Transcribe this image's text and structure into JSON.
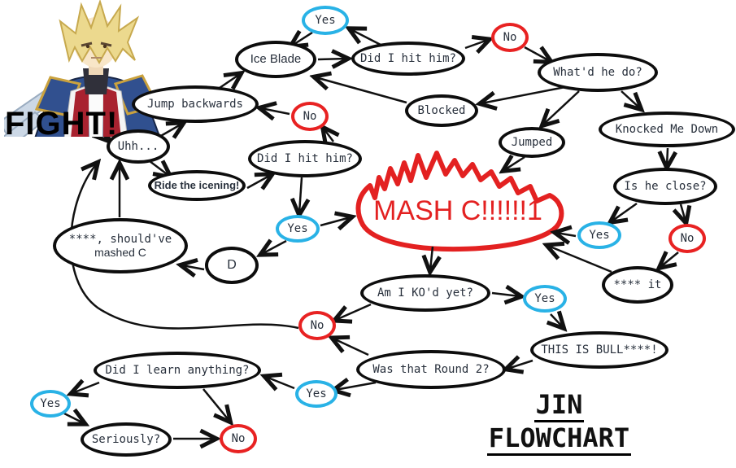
{
  "colors": {
    "yes": "#29b2e6",
    "no": "#e82222",
    "mash": "#e32121",
    "node_border": "#0d0d0d",
    "node_text": "#28303c"
  },
  "icons": {
    "portrait": "jin-portrait"
  },
  "labels": {
    "fight": "FIGHT!",
    "title_line1": "JIN",
    "title_line2": "FLOWCHART"
  },
  "nodes": [
    {
      "id": "yes-top",
      "label": "Yes",
      "kind": "yes"
    },
    {
      "id": "ice-blade",
      "label": "Ice Blade",
      "kind": "plain"
    },
    {
      "id": "did-i-hit-him-1",
      "label": "Did I hit him?",
      "kind": "plain"
    },
    {
      "id": "no-top",
      "label": "No",
      "kind": "no"
    },
    {
      "id": "whatd-he-do",
      "label": "What'd he do?",
      "kind": "plain"
    },
    {
      "id": "jump-backwards",
      "label": "Jump backwards",
      "kind": "plain"
    },
    {
      "id": "blocked",
      "label": "Blocked",
      "kind": "plain"
    },
    {
      "id": "no-mid",
      "label": "No",
      "kind": "no"
    },
    {
      "id": "jumped",
      "label": "Jumped",
      "kind": "plain"
    },
    {
      "id": "knocked-me-down",
      "label": "Knocked Me Down",
      "kind": "plain"
    },
    {
      "id": "uhh",
      "label": "Uhh...",
      "kind": "plain"
    },
    {
      "id": "did-i-hit-him-2",
      "label": "Did I hit him?",
      "kind": "plain"
    },
    {
      "id": "is-he-close",
      "label": "Is he close?",
      "kind": "plain"
    },
    {
      "id": "ride-the-icening",
      "label": "Ride the icening!",
      "kind": "plain"
    },
    {
      "id": "yes-right",
      "label": "Yes",
      "kind": "yes"
    },
    {
      "id": "no-right",
      "label": "No",
      "kind": "no"
    },
    {
      "id": "yes-mid",
      "label": "Yes",
      "kind": "yes"
    },
    {
      "id": "should-have-mashed",
      "label": "****, should've",
      "label2": "mashed C",
      "kind": "plain"
    },
    {
      "id": "d",
      "label": "D",
      "kind": "plain"
    },
    {
      "id": "fk-it",
      "label": "**** it",
      "kind": "plain"
    },
    {
      "id": "am-i-kod",
      "label": "Am I KO'd yet?",
      "kind": "plain"
    },
    {
      "id": "yes-ko",
      "label": "Yes",
      "kind": "yes"
    },
    {
      "id": "no-ko",
      "label": "No",
      "kind": "no"
    },
    {
      "id": "this-is-bull",
      "label": "THIS IS BULL****!",
      "kind": "plain"
    },
    {
      "id": "did-i-learn",
      "label": "Did I learn anything?",
      "kind": "plain"
    },
    {
      "id": "was-that-round-2",
      "label": "Was that Round 2?",
      "kind": "plain"
    },
    {
      "id": "yes-round2",
      "label": "Yes",
      "kind": "yes"
    },
    {
      "id": "yes-learn",
      "label": "Yes",
      "kind": "yes"
    },
    {
      "id": "seriously",
      "label": "Seriously?",
      "kind": "plain"
    },
    {
      "id": "no-bottom",
      "label": "No",
      "kind": "no"
    },
    {
      "id": "mash-c",
      "label": "MASH C!!!!!!1",
      "kind": "shout"
    }
  ],
  "edges": [
    {
      "from": "fight",
      "to": "uhh"
    },
    {
      "from": "uhh",
      "to": "jump-backwards"
    },
    {
      "from": "uhh",
      "to": "ride-the-icening"
    },
    {
      "from": "ride-the-icening",
      "to": "did-i-hit-him-2"
    },
    {
      "from": "jump-backwards",
      "to": "ice-blade"
    },
    {
      "from": "ice-blade",
      "to": "did-i-hit-him-1"
    },
    {
      "from": "did-i-hit-him-1",
      "to": "yes-top"
    },
    {
      "from": "yes-top",
      "to": "ice-blade"
    },
    {
      "from": "did-i-hit-him-1",
      "to": "no-top"
    },
    {
      "from": "no-top",
      "to": "whatd-he-do"
    },
    {
      "from": "whatd-he-do",
      "to": "blocked"
    },
    {
      "from": "blocked",
      "to": "ice-blade"
    },
    {
      "from": "whatd-he-do",
      "to": "jumped"
    },
    {
      "from": "whatd-he-do",
      "to": "knocked-me-down"
    },
    {
      "from": "jumped",
      "to": "mash-c"
    },
    {
      "from": "knocked-me-down",
      "to": "is-he-close"
    },
    {
      "from": "is-he-close",
      "to": "yes-right"
    },
    {
      "from": "yes-right",
      "to": "mash-c"
    },
    {
      "from": "is-he-close",
      "to": "no-right"
    },
    {
      "from": "no-right",
      "to": "fk-it"
    },
    {
      "from": "fk-it",
      "to": "mash-c"
    },
    {
      "from": "did-i-hit-him-2",
      "to": "no-mid"
    },
    {
      "from": "no-mid",
      "to": "jump-backwards"
    },
    {
      "from": "did-i-hit-him-2",
      "to": "yes-mid"
    },
    {
      "from": "yes-mid",
      "to": "mash-c"
    },
    {
      "from": "yes-mid",
      "to": "d"
    },
    {
      "from": "d",
      "to": "should-have-mashed"
    },
    {
      "from": "should-have-mashed",
      "to": "uhh"
    },
    {
      "from": "mash-c",
      "to": "am-i-kod"
    },
    {
      "from": "am-i-kod",
      "to": "yes-ko"
    },
    {
      "from": "yes-ko",
      "to": "this-is-bull"
    },
    {
      "from": "am-i-kod",
      "to": "no-ko"
    },
    {
      "from": "no-ko",
      "to": "uhh"
    },
    {
      "from": "this-is-bull",
      "to": "was-that-round-2"
    },
    {
      "from": "was-that-round-2",
      "to": "no-ko"
    },
    {
      "from": "was-that-round-2",
      "to": "yes-round2"
    },
    {
      "from": "yes-round2",
      "to": "did-i-learn"
    },
    {
      "from": "did-i-learn",
      "to": "yes-learn"
    },
    {
      "from": "yes-learn",
      "to": "seriously"
    },
    {
      "from": "seriously",
      "to": "no-bottom"
    },
    {
      "from": "did-i-learn",
      "to": "no-bottom"
    }
  ]
}
